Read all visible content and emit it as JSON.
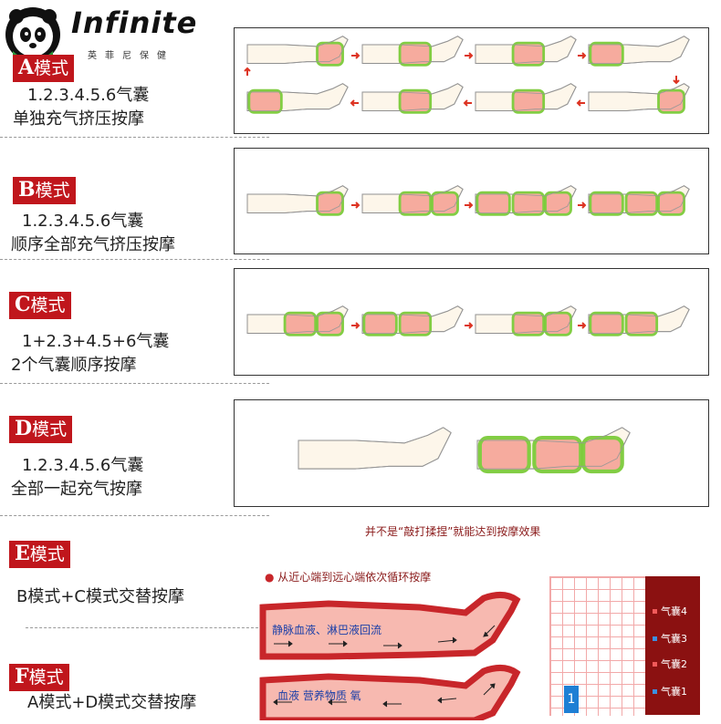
{
  "brand": {
    "name": "Infinite",
    "subtitle": "英菲尼保健"
  },
  "modes": [
    {
      "letter": "A",
      "label": "模式",
      "line1": "1.2.3.4.5.6气囊",
      "line2": "单独充气挤压按摩"
    },
    {
      "letter": "B",
      "label": "模式",
      "line1": "1.2.3.4.5.6气囊",
      "line2": "顺序全部充气挤压按摩"
    },
    {
      "letter": "C",
      "label": "模式",
      "line1": "1+2.3+4.5+6气囊",
      "line2": "2个气囊顺序按摩"
    },
    {
      "letter": "D",
      "label": "模式",
      "line1": "1.2.3.4.5.6气囊",
      "line2": "全部一起充气按摩"
    },
    {
      "letter": "E",
      "label": "模式",
      "line1": "B模式+C模式交替按摩",
      "line2": ""
    },
    {
      "letter": "F",
      "label": "模式",
      "line1": "A模式+D模式交替按摩",
      "line2": ""
    }
  ],
  "infographic": {
    "headline": "并不是“敲打揉捏”就能达到按摩效果",
    "bullet": "从近心端到远心端依次循环按摩",
    "leg1_label": "静脉血液、淋巴液回流",
    "leg2_label": "血液 营养物质 氧",
    "indicator": "1",
    "legend": [
      {
        "label": "气囊4",
        "color": "#f05a5a"
      },
      {
        "label": "气囊3",
        "color": "#3d8fe0"
      },
      {
        "label": "气囊2",
        "color": "#f05a5a"
      },
      {
        "label": "气囊1",
        "color": "#3d8fe0"
      }
    ]
  },
  "colors": {
    "accent": "#c0161c",
    "airbag_fill": "#f6a79a",
    "airbag_edge": "#7ccb3a",
    "leg_red": "#c8262a"
  }
}
